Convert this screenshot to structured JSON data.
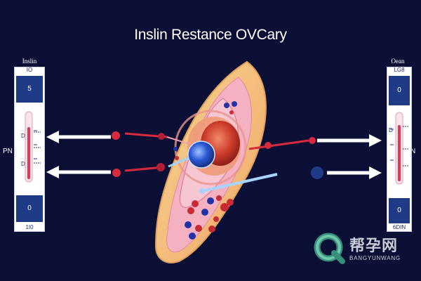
{
  "title": "Inslin Restance OVCary",
  "left_panel": {
    "top_label": "Inslin",
    "header": "IO",
    "top_value": "5",
    "bottom_value": "0",
    "footer": "1I0",
    "side_text": "PN"
  },
  "right_panel": {
    "top_label": "Oean",
    "header": "LG8",
    "top_value": "0",
    "bottom_value": "0",
    "footer": "6DIN",
    "side_text": "N"
  },
  "watermark": {
    "chinese": "帮孕网",
    "english": "BANGYUNWANG"
  },
  "colors": {
    "background": "#0b0f35",
    "panel_block": "#1f3a86",
    "arrow": "#ffffff",
    "vessel_red": "#d82a3c",
    "vein_blue": "#2233a8",
    "tissue_pink": "#f2a5b8",
    "tissue_gold": "#f3c27a"
  }
}
